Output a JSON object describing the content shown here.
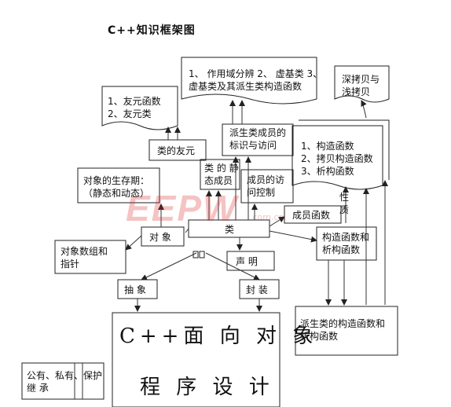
{
  "title": "C++知识框架图",
  "nodes": {
    "core_line1": "C++面 向 对 象",
    "core_line2": "程 序 设 计",
    "class": "类",
    "abstract": "抽 象",
    "encapsulate": "封 装",
    "declare": "声 明",
    "object": "对 象",
    "object_arrays": "对象数组和\n指针",
    "object_lifetime": "对象的生存期：\n（静态和动态）",
    "friend_class": "类的友元",
    "friend_list": "1、友元函数\n2、友元类",
    "static_members": "类 的 静\n态成员",
    "member_access": "成员的访\n问控制",
    "derived_identify": "派生类成员的\n标识与访问",
    "scope_virtual": "1、 作用域分辨 2、 虚基类  3、\n虚基类及其派生类构造函数",
    "deep_copy": "深拷贝与\n浅拷贝",
    "ctor_list": "1、构造函数\n2、拷贝构造函数\n3、析构函数",
    "member_functions": "成员函数",
    "property": "性\n质",
    "ctor_dtor": "构造函数和\n析构函数",
    "derived_ctor": "派生类的构造函数和\n析构函数",
    "inheritance": "公有、私有、保护\n继  承"
  },
  "watermark": {
    "text": "EEPW",
    "sub": ".com.cn"
  }
}
